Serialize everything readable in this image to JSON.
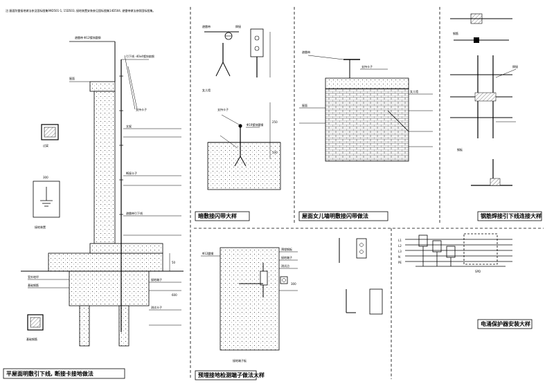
{
  "header_note": "注:屋面防雷接地做法参见国标图集99D501-1, 15D503, 接地装置安装参见国标图集14D504, 避雷带做法参照国标图集。",
  "panel_titles": {
    "roof_grounding": "平屋面明敷引下线, 断接卡接地做法",
    "concealed_strip": "暗敷接闪带大样",
    "parapet_strip": "屋面女儿墙明敷接闪带做法",
    "steel_weld": "钢筋焊接引下线连接大样",
    "test_terminal": "预埋接地检测端子做法大样",
    "surge_protector": "电涌保护器安装大样"
  },
  "annotations": {
    "roof_grounding": [
      "避雷带 Φ12镀锌圆钢",
      "引下线 -40x4镀锌扁钢",
      "支持卡子",
      "过梁",
      "支架",
      "屋面",
      "断接卡子",
      "避雷带引下线",
      "接地装置",
      "室外地坪",
      "基础钢筋",
      "接地端子",
      "测试卡子",
      "基础钢筋"
    ],
    "concealed_strip": [
      "避雷带",
      "焊接",
      "女儿墙",
      "支持卡子",
      "Φ10镀锌圆钢"
    ],
    "parapet_strip": [
      "避雷带",
      "支持卡子",
      "女儿墙",
      "屋面"
    ],
    "steel_weld": [
      "钢筋",
      "焊接",
      "钢板"
    ],
    "test_terminal": [
      "预埋钢板",
      "接地端子",
      "测试点",
      "Φ12圆钢",
      "接地端子板"
    ],
    "surge_protector": [
      "SPD",
      "L1",
      "L2",
      "L3",
      "N",
      "PE"
    ]
  },
  "dimensions": {
    "roof_grounding": [
      "50",
      "300",
      "600"
    ],
    "concealed_strip": [
      "250",
      "500"
    ],
    "test_terminal": [
      "300"
    ]
  }
}
